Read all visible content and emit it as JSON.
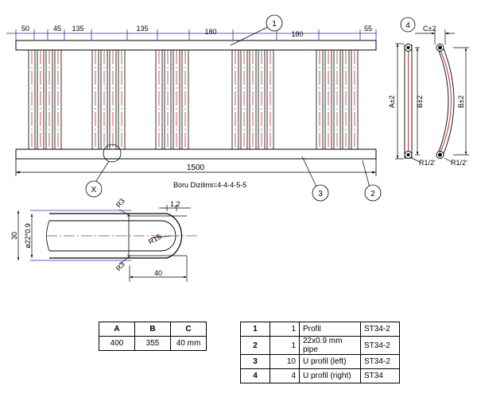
{
  "top_dims": [
    "50",
    "45",
    "135",
    "135",
    "180",
    "180",
    "55"
  ],
  "overall_length": "1500",
  "tube_arrangement": "Boru Dizilimi=4-4-4-5-5",
  "balloons": [
    "1",
    "2",
    "3",
    "4"
  ],
  "detail_marker": "X",
  "side_view": {
    "c_dim": "C±2",
    "a_dim": "A±2",
    "b_dim": "B±2",
    "thread_left": "R1/2'",
    "thread_right": "R1/2'"
  },
  "detail": {
    "radius_top": "R3",
    "radius_bottom": "R3",
    "radius_bend": "R15",
    "height": "30",
    "pipe_dia": "ø22*0.9",
    "wall": "1,2",
    "length": "40"
  },
  "dim_table": {
    "headers": [
      "A",
      "B",
      "C"
    ],
    "row": [
      "400",
      "355",
      "40 mm"
    ]
  },
  "parts_table": [
    {
      "no": "1",
      "qty": "1",
      "desc": "Profil",
      "mat": "ST34-2"
    },
    {
      "no": "2",
      "qty": "1",
      "desc": "22x0.9 mm pipe",
      "mat": "ST34-2"
    },
    {
      "no": "3",
      "qty": "10",
      "desc": "U profil (left)",
      "mat": "ST34-2"
    },
    {
      "no": "4",
      "qty": "4",
      "desc": "U profil (right)",
      "mat": "ST34"
    }
  ]
}
